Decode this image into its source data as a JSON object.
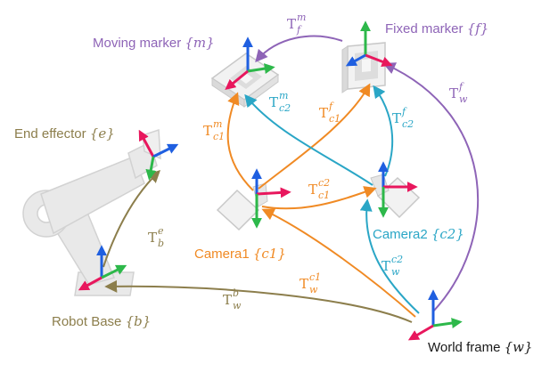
{
  "colors": {
    "olive": "#8C7E4C",
    "orange": "#F08A24",
    "cyan": "#2AA6C6",
    "purple": "#8E64B7",
    "axis_red": "#E8175D",
    "axis_green": "#2DB84A",
    "axis_blue": "#1F5FE0",
    "gray_fill": "#E9E9E9",
    "gray_stroke": "#C8C8C8",
    "text_dark": "#1a1a1a"
  },
  "frames": {
    "moving": {
      "prefix": "Moving marker ",
      "sym": "m"
    },
    "fixed": {
      "prefix": "Fixed marker ",
      "sym": "f"
    },
    "end_effector": {
      "prefix": "End effector ",
      "sym": "e"
    },
    "camera1": {
      "prefix": "Camera1 ",
      "sym": "c1"
    },
    "camera2": {
      "prefix": "Camera2 ",
      "sym": "c2"
    },
    "robot_base": {
      "prefix": "Robot Base ",
      "sym": "b"
    },
    "world": {
      "prefix": "World frame ",
      "sym": "w"
    }
  },
  "transforms": {
    "T_f_m": {
      "base": "T",
      "sub": "f",
      "sup": "m"
    },
    "T_c2_m": {
      "base": "T",
      "sub": "c2",
      "sup": "m"
    },
    "T_c1_f": {
      "base": "T",
      "sub": "c1",
      "sup": "f"
    },
    "T_c1_m": {
      "base": "T",
      "sub": "c1",
      "sup": "m"
    },
    "T_c2_f": {
      "base": "T",
      "sub": "c2",
      "sup": "f"
    },
    "T_w_f": {
      "base": "T",
      "sub": "w",
      "sup": "f"
    },
    "T_c1_c2": {
      "base": "T",
      "sub": "c1",
      "sup": "c2"
    },
    "T_b_e": {
      "base": "T",
      "sub": "b",
      "sup": "e"
    },
    "T_w_c2": {
      "base": "T",
      "sub": "w",
      "sup": "c2"
    },
    "T_w_c1": {
      "base": "T",
      "sub": "w",
      "sup": "c1"
    },
    "T_w_b": {
      "base": "T",
      "sub": "w",
      "sup": "b"
    }
  }
}
